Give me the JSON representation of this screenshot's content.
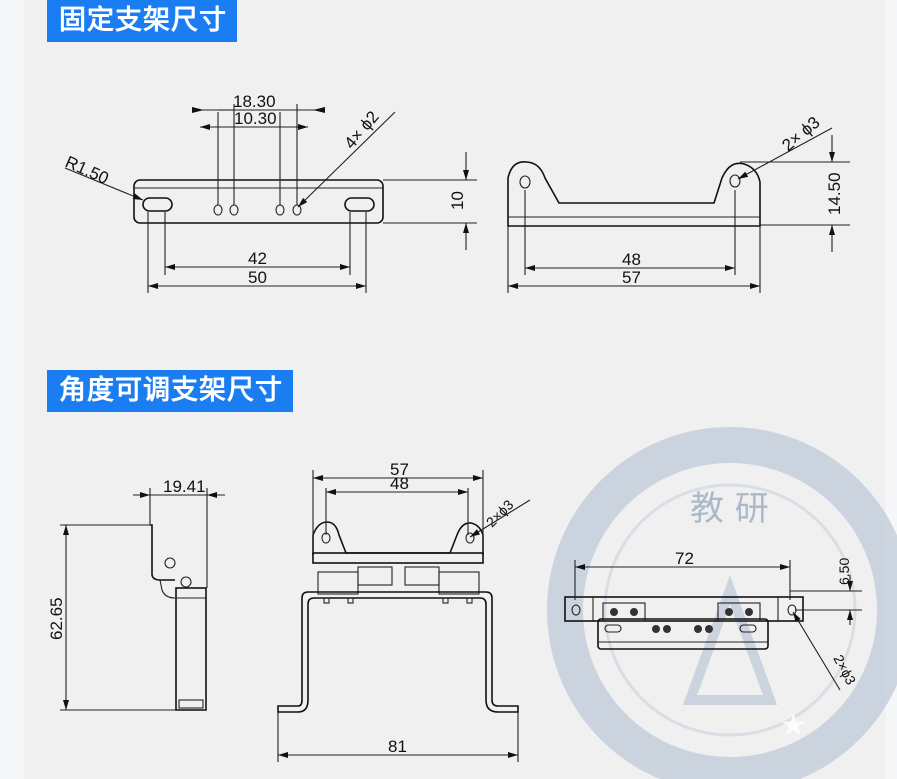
{
  "sections": [
    {
      "title": "固定支架尺寸"
    },
    {
      "title": "角度可调支架尺寸"
    }
  ],
  "fixed_bracket": {
    "front_view": {
      "hole_span_outer": "18.30",
      "hole_span_inner": "10.30",
      "hole_note": "4× ϕ2",
      "slot_radius": "R1.50",
      "height": "10",
      "slot_span": "42",
      "width": "50"
    },
    "side_view": {
      "hole_note": "2× ϕ3",
      "height": "14.50",
      "hole_span": "48",
      "width": "57"
    }
  },
  "adjustable_bracket": {
    "side_view": {
      "offset": "19.41",
      "height": "62.65"
    },
    "front_view": {
      "width_top": "57",
      "hole_span": "48",
      "hole_note": "2×ϕ3",
      "base_width": "81"
    },
    "top_view": {
      "length": "72",
      "offset": "6.50",
      "hole_note": "2×ϕ3"
    }
  },
  "watermark": {
    "text": "教 研"
  },
  "colors": {
    "accent": "#1a7ef2",
    "panel": "#f0f0f0",
    "watermark": "#c5d0dc"
  }
}
